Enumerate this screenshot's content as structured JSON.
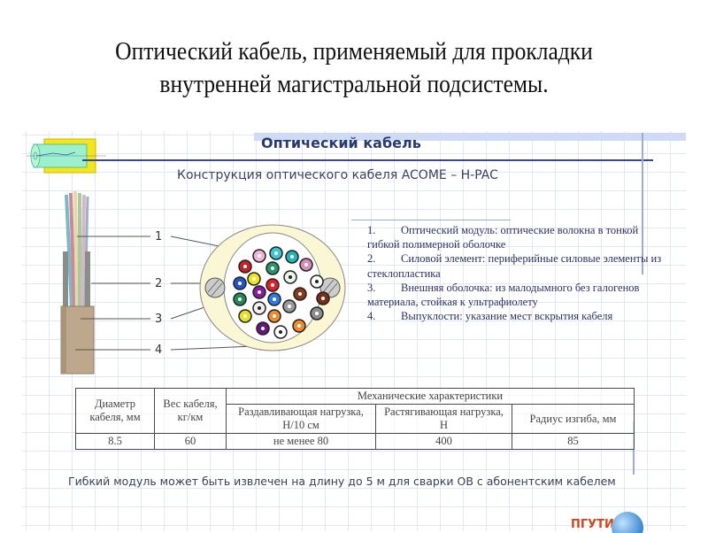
{
  "slide": {
    "title_line1": "Оптический кабель,  применяемый для прокладки",
    "title_line2": "внутренней  магистральной подсистемы."
  },
  "panel": {
    "header_title": "Оптический кабель",
    "subtitle": "Конструкция оптического кабеля ACOME – H-PAC",
    "diagram_labels": [
      "1",
      "2",
      "3",
      "4"
    ],
    "legend": [
      {
        "num": "1.",
        "text": "Оптический  модуль: оптические волокна  в тонкой гибкой полимерной оболочке"
      },
      {
        "num": "2.",
        "text": "Силовой элемент: периферийные силовые элементы из стеклопластика"
      },
      {
        "num": "3.",
        "text": "Внешняя оболочка: из малодымного без галогенов материала, стойкая к ультрафиолету"
      },
      {
        "num": "4.",
        "text": "Выпуклости: указание мест вскрытия кабеля"
      }
    ],
    "table": {
      "headers": {
        "diameter": "Диаметр кабеля, мм",
        "weight": "Вес кабеля, кг/км",
        "mechanical": "Механические характеристики",
        "crush": "Раздавливающая нагрузка,  Н/10 см",
        "tensile": "Растягивающая нагрузка,  Н",
        "bend": "Радиус изгиба, мм"
      },
      "row": {
        "diameter": "8.5",
        "weight": "60",
        "crush": "не менее  80",
        "tensile": "400",
        "bend": "85"
      }
    },
    "footer_note": "Гибкий модуль может быть извлечен на длину до 5 м для сварки ОВ с абонентским кабелем",
    "logo_text": "ПГУТИ"
  },
  "colors": {
    "header_text": "#2b3a6e",
    "rule": "#3a4790",
    "grid": "#e1e7f3",
    "band": "#cfdaf5",
    "logo_orange": "#d4451c",
    "logo_globe": "#2f7fc8"
  }
}
